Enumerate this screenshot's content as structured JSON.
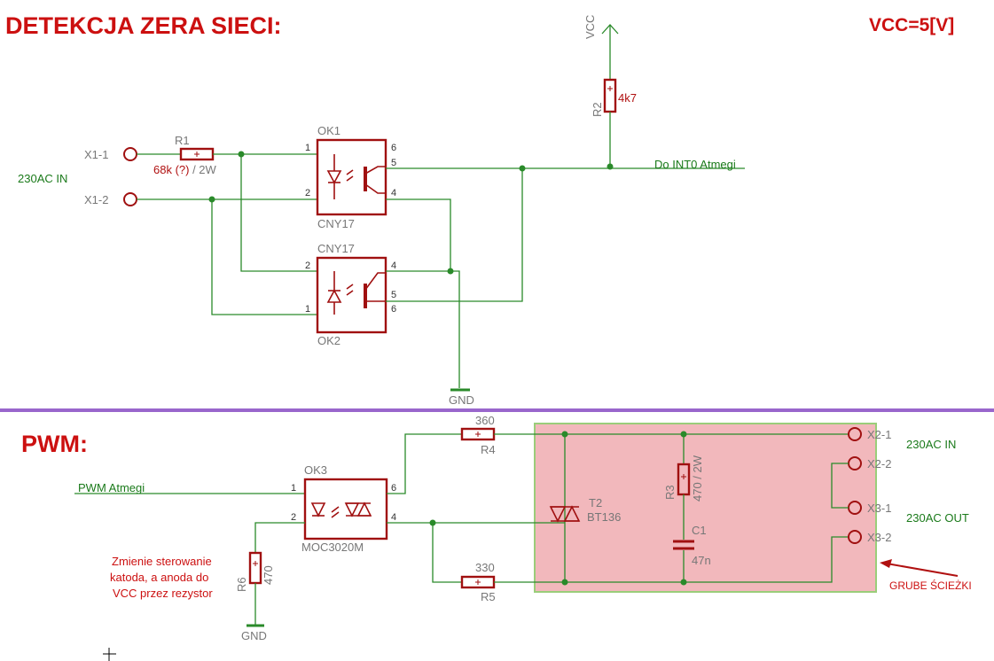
{
  "titles": {
    "top": "DETEKCJA ZERA SIECI:",
    "vcc_note": "VCC=5[V]",
    "bottom": "PWM:"
  },
  "supply": {
    "vcc": "VCC",
    "gnd1": "GND",
    "gnd2": "GND"
  },
  "top_section": {
    "connectors": {
      "x1_1": "X1-1",
      "x1_2": "X1-2"
    },
    "input_label": "230AC IN",
    "r1": {
      "name": "R1",
      "value_red": "68k (?)",
      "value_grey": " / 2W"
    },
    "r2": {
      "name": "R2",
      "value": "4k7"
    },
    "ok1": {
      "name": "OK1",
      "type": "CNY17",
      "pins": [
        "1",
        "2",
        "6",
        "5",
        "4"
      ]
    },
    "ok2": {
      "name": "OK2",
      "type": "CNY17",
      "pins": [
        "2",
        "1",
        "4",
        "5",
        "6"
      ]
    },
    "output_label": "Do INT0 Atmegi"
  },
  "bottom_section": {
    "input_label": "PWM Atmegi",
    "ok3": {
      "name": "OK3",
      "type": "MOC3020M",
      "pins": [
        "1",
        "2",
        "6",
        "4"
      ]
    },
    "r4": {
      "name": "R4",
      "value": "360"
    },
    "r5": {
      "name": "R5",
      "value": "330"
    },
    "r6": {
      "name": "R6",
      "value": "470"
    },
    "r3": {
      "name": "R3",
      "value": "470 / 2W"
    },
    "c1": {
      "name": "C1",
      "value": "47n"
    },
    "t2": {
      "name": "T2",
      "type": "BT136"
    },
    "connectors": {
      "x2_1": "X2-1",
      "x2_2": "X2-2",
      "x3_1": "X3-1",
      "x3_2": "X3-2"
    },
    "ac_in_label": "230AC IN",
    "ac_out_label": "230AC OUT",
    "note_lines": [
      "Zmienie sterowanie",
      "katoda, a anoda do",
      "VCC przez rezystor"
    ],
    "thick_tracks_label": "GRUBE ŚCIEŻKI"
  },
  "colors": {
    "wire": "#2a8a2a",
    "part": "#a01010",
    "title": "#cc1010",
    "separator": "#9966cc",
    "thick_area_fill": "#f2b8bc",
    "thick_area_border": "#9acd7a"
  }
}
